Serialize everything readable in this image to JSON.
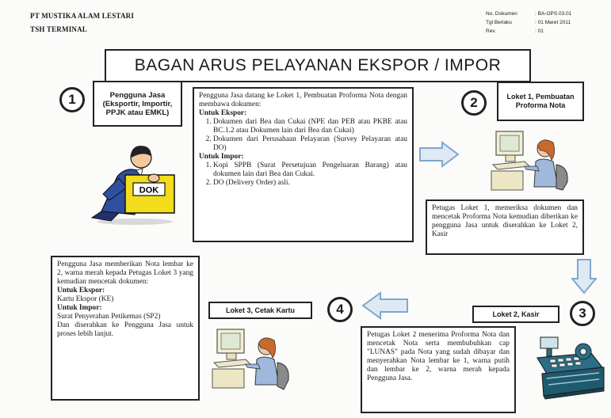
{
  "header": {
    "company": "PT MUSTIKA ALAM LESTARI",
    "terminal": "TSH TERMINAL",
    "meta": [
      {
        "label": "No. Dokumen",
        "value": ": BA-OPS.03.01"
      },
      {
        "label": "Tgl Berlaku",
        "value": ": 01 Maret 2011"
      },
      {
        "label": "Rev.",
        "value": ": 01"
      }
    ]
  },
  "title": "BAGAN ARUS PELAYANAN EKSPOR / IMPOR",
  "steps": {
    "s1": {
      "number": "1",
      "label": "Pengguna Jasa (Eksportir, Importir, PPJK atau EMKL)",
      "badge": "DOK",
      "intro": "Pengguna Jasa datang ke Loket 1, Pembuatan Proforma Nota dengan membawa dokumen:",
      "ekspor_heading": "Untuk Ekspor:",
      "ekspor_items": [
        "Dokumen dari Bea dan Cukai (NPE dan PEB atau PKBE atau BC.1.2 atau Dokumen lain dari Bea dan Cukai)",
        "Dokumen dari Perusahaan Pelayaran (Survey Pelayaran atau DO)"
      ],
      "impor_heading": "Untuk Impor:",
      "impor_items": [
        "Kopi SPPB (Surat Persetujuan Pengeluaran Barang) atau dokumen lain dari Bea dan Cukai.",
        "DO (Delivery Order) asli."
      ]
    },
    "s2": {
      "number": "2",
      "label": "Loket 1, Pembuatan Proforma Nota",
      "desc": "Petugas Loket 1, memeriksa dokumen dan mencetak Proforma Nota kemudian diberikan ke pengguna Jasa untuk diserahkan ke Loket 2, Kasir"
    },
    "s3": {
      "number": "3",
      "label": "Loket 2, Kasir",
      "desc": "Petugas Loket 2 menerima Proforma Nota dan mencetak Nota serta membubuhkan cap \"LUNAS\" pada Nota yang sudah dibayar dan menyerahkan Nota lembar ke 1, warna putih dan lembar ke 2, warna merah kepada Pengguna Jasa."
    },
    "s4": {
      "number": "4",
      "label": "Loket 3, Cetak Kartu",
      "intro": "Pengguna Jasa memberikan Nota lembar ke 2, warna merah kepada Petugas Loket 3 yang kemudian mencetak dokumen:",
      "ekspor_heading": "Untuk Ekspor:",
      "ekspor_text": "Kartu Ekspor (KE)",
      "impor_heading": "Untuk Impor:",
      "impor_text": "Surat Penyerahan Petikemas (SP2)",
      "outro": "Dan diserahkan ke Pengguna Jasa untuk proses lebih lanjut."
    }
  },
  "colors": {
    "arrow_fill": "#dfe9f4",
    "arrow_stroke": "#7fa7cf",
    "person_suit": "#2f4fa0",
    "doc_yellow": "#f2dc1c",
    "register_teal": "#2a6f86"
  }
}
